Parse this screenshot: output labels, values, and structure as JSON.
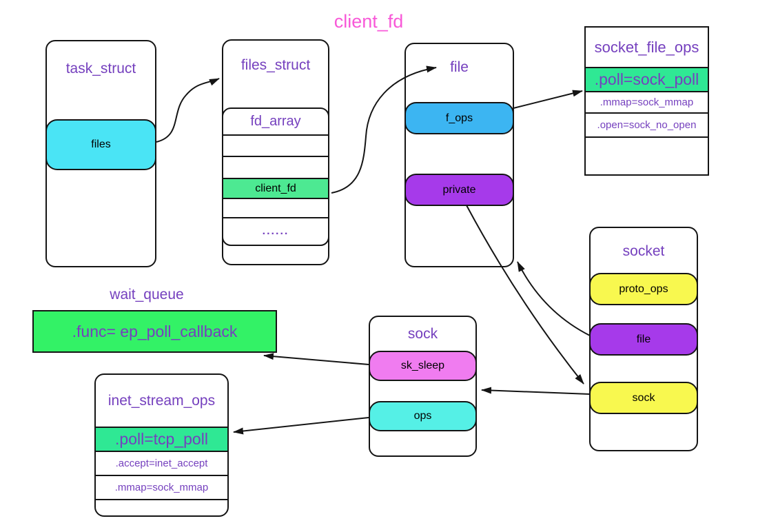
{
  "title": "client_fd",
  "colors": {
    "cyan": "#4AE4F5",
    "blue": "#3CB5F2",
    "purple_field": "#A63AEA",
    "green_row": "#4DE992",
    "green_poll": "#2FE894",
    "green_func": "#33F266",
    "yellow": "#F8F84F",
    "magenta": "#F07CF0",
    "cyan2": "#55F0E6",
    "title_pink": "#F859D8",
    "text_purple": "#7540BE"
  },
  "boxes": {
    "task_struct": {
      "title": "task_struct",
      "fields": {
        "files": "files"
      }
    },
    "files_struct": {
      "title": "files_struct",
      "fd_array": {
        "title": "fd_array",
        "client_fd": "client_fd",
        "dots": "......"
      }
    },
    "file": {
      "title": "file",
      "fields": {
        "f_ops": "f_ops",
        "private": "private"
      }
    },
    "socket_file_ops": {
      "title": "socket_file_ops",
      "rows": {
        "poll": ".poll=sock_poll",
        "mmap": ".mmap=sock_mmap",
        "open": ".open=sock_no_open"
      }
    },
    "socket": {
      "title": "socket",
      "fields": {
        "proto_ops": "proto_ops",
        "file": "file",
        "sock": "sock"
      }
    },
    "sock": {
      "title": "sock",
      "fields": {
        "sk_sleep": "sk_sleep",
        "ops": "ops"
      }
    },
    "wait_queue": {
      "title": "wait_queue",
      "func_row": ".func= ep_poll_callback"
    },
    "inet_stream_ops": {
      "title": "inet_stream_ops",
      "rows": {
        "poll": ".poll=tcp_poll",
        "accept": ".accept=inet_accept",
        "mmap": ".mmap=sock_mmap"
      }
    }
  },
  "edges": [
    {
      "from": "task_struct.files",
      "to": "files_struct"
    },
    {
      "from": "files_struct.client_fd",
      "to": "file"
    },
    {
      "from": "file.f_ops",
      "to": "socket_file_ops.poll"
    },
    {
      "from": "file.private",
      "to": "socket.sock"
    },
    {
      "from": "socket.file",
      "to": "file"
    },
    {
      "from": "socket.sock",
      "to": "sock"
    },
    {
      "from": "sock.sk_sleep",
      "to": "wait_queue.func"
    },
    {
      "from": "sock.ops",
      "to": "inet_stream_ops.poll"
    }
  ]
}
